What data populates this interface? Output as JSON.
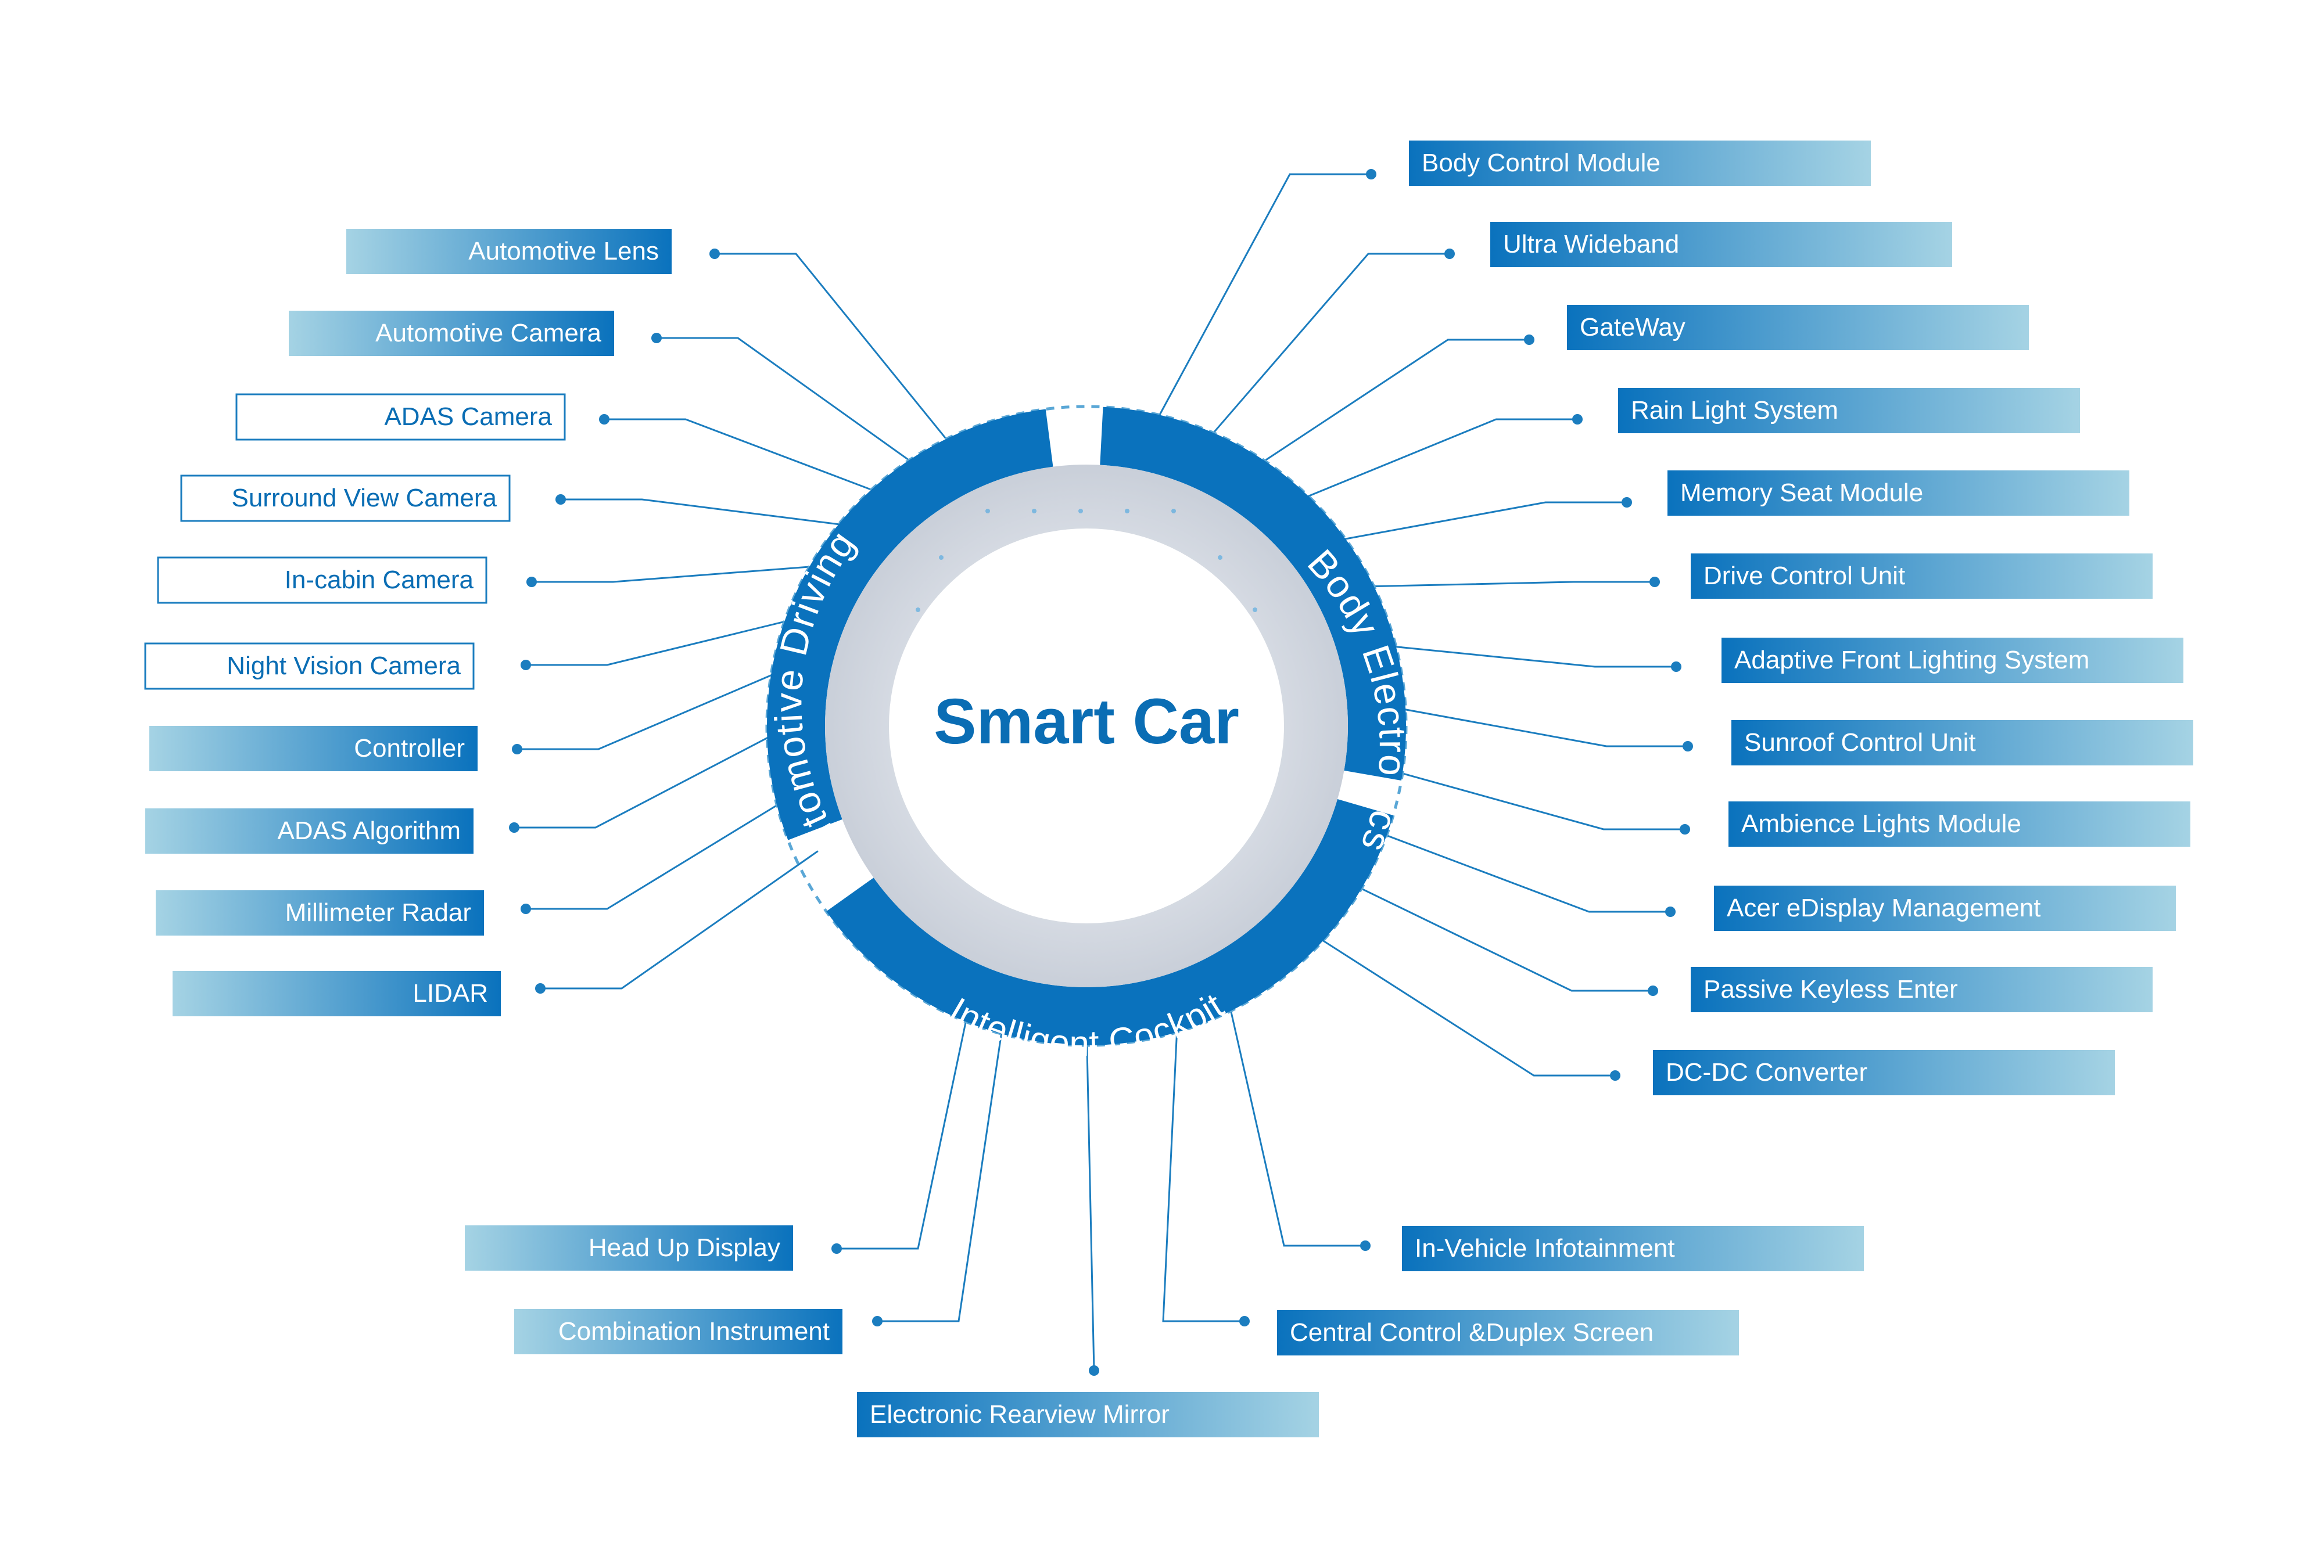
{
  "center": {
    "title": "Smart Car"
  },
  "segments": {
    "left": "Automotive Driving",
    "right": "Body Electronics",
    "bottom": "Intelligent Cockpit"
  },
  "colors": {
    "primary": "#0a72bd",
    "gradient_light": "#9fd0e3",
    "line": "#1b7dbf",
    "text_dark": "#0a6db4"
  },
  "labels": {
    "left": [
      {
        "text": "Automotive Lens",
        "style": "filled"
      },
      {
        "text": "Automotive Camera",
        "style": "filled"
      },
      {
        "text": "ADAS Camera",
        "style": "outline"
      },
      {
        "text": "Surround View Camera",
        "style": "outline"
      },
      {
        "text": "In-cabin Camera",
        "style": "outline"
      },
      {
        "text": "Night Vision Camera",
        "style": "outline"
      },
      {
        "text": "Controller",
        "style": "filled"
      },
      {
        "text": "ADAS Algorithm",
        "style": "filled"
      },
      {
        "text": "Millimeter Radar",
        "style": "filled"
      },
      {
        "text": "LIDAR",
        "style": "filled"
      }
    ],
    "right": [
      {
        "text": "Body Control Module"
      },
      {
        "text": "Ultra Wideband"
      },
      {
        "text": "GateWay"
      },
      {
        "text": "Rain Light System"
      },
      {
        "text": "Memory Seat Module"
      },
      {
        "text": "Drive Control Unit"
      },
      {
        "text": "Adaptive Front Lighting System"
      },
      {
        "text": "Sunroof Control Unit"
      },
      {
        "text": "Ambience Lights Module"
      },
      {
        "text": "Acer eDisplay Management"
      },
      {
        "text": "Passive Keyless Enter"
      },
      {
        "text": "DC-DC Converter"
      }
    ],
    "bottom": [
      {
        "text": "Head Up Display",
        "side": "left"
      },
      {
        "text": "Combination Instrument",
        "side": "left"
      },
      {
        "text": "Electronic Rearview Mirror",
        "side": "center"
      },
      {
        "text": "Central Control &Duplex Screen",
        "side": "right"
      },
      {
        "text": "In-Vehicle Infotainment",
        "side": "right"
      }
    ]
  }
}
